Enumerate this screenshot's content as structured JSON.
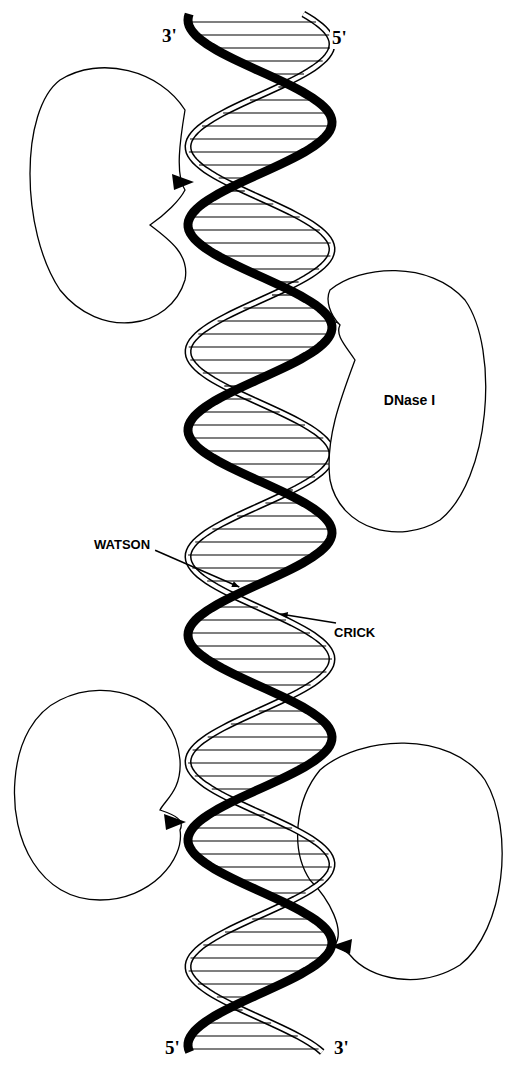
{
  "diagram": {
    "nodes": [
      {
        "text": [
          "DNase I"
        ]
      }
    ],
    "labels": [
      "3'",
      "5'",
      "WATSON",
      "CRICK",
      "5'",
      "3'"
    ]
  }
}
